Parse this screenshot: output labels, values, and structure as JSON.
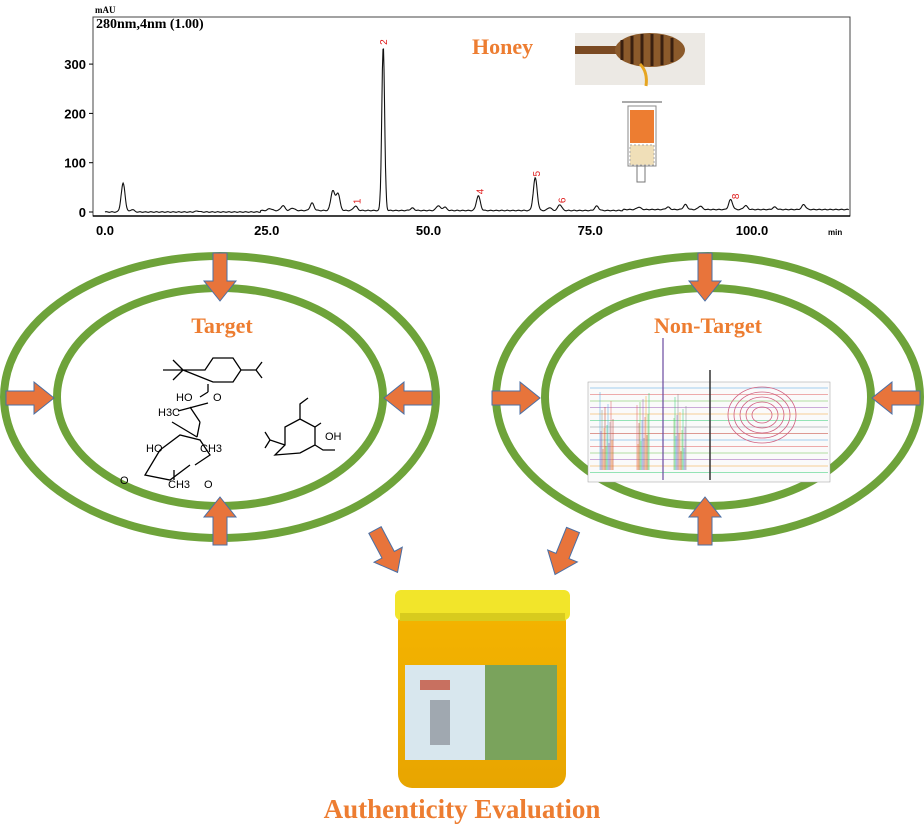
{
  "chart_data": {
    "type": "line",
    "title": "280nm,4nm (1.00)",
    "ylabel": "mAU",
    "xlabel": "min",
    "xlim": [
      0,
      115
    ],
    "ylim": [
      -5,
      380
    ],
    "x_ticks": [
      "0.0",
      "25.0",
      "50.0",
      "75.0",
      "100.0"
    ],
    "x_tick_values": [
      0,
      25,
      50,
      75,
      100
    ],
    "y_ticks": [
      "0",
      "100",
      "200",
      "300"
    ],
    "y_tick_values": [
      0,
      100,
      200,
      300
    ],
    "peaks": [
      {
        "t": 2.8,
        "h": 58
      },
      {
        "t": 4.2,
        "h": 5
      },
      {
        "t": 14.3,
        "h": 2
      },
      {
        "t": 25.5,
        "h": 4
      },
      {
        "t": 27.5,
        "h": 10
      },
      {
        "t": 29,
        "h": 5
      },
      {
        "t": 32,
        "h": 15
      },
      {
        "t": 35.2,
        "h": 40
      },
      {
        "t": 36,
        "h": 35
      },
      {
        "t": 38.7,
        "h": 9
      },
      {
        "t": 43,
        "h": 333
      },
      {
        "t": 47.5,
        "h": 5
      },
      {
        "t": 51.5,
        "h": 10
      },
      {
        "t": 52.5,
        "h": 7
      },
      {
        "t": 57.7,
        "h": 30
      },
      {
        "t": 66.5,
        "h": 66
      },
      {
        "t": 68.7,
        "h": 6
      },
      {
        "t": 70.3,
        "h": 12
      },
      {
        "t": 76,
        "h": 9
      },
      {
        "t": 82.5,
        "h": 5
      },
      {
        "t": 87,
        "h": 5
      },
      {
        "t": 89.7,
        "h": 10
      },
      {
        "t": 92,
        "h": 7
      },
      {
        "t": 96.7,
        "h": 20
      },
      {
        "t": 99,
        "h": 8
      },
      {
        "t": 103.5,
        "h": 5
      },
      {
        "t": 108,
        "h": 10
      }
    ],
    "peak_labels": [
      {
        "label": "1",
        "t": 39.5,
        "h": 12
      },
      {
        "label": "2",
        "t": 43.6,
        "h": 335
      },
      {
        "label": "4",
        "t": 58.5,
        "h": 32
      },
      {
        "label": "5",
        "t": 67.2,
        "h": 68
      },
      {
        "label": "6",
        "t": 71.2,
        "h": 14
      },
      {
        "label": "8",
        "t": 98,
        "h": 22
      }
    ]
  },
  "labels": {
    "honey": "Honey",
    "target": "Target",
    "non_target": "Non-Target",
    "evaluation": "Authenticity Evaluation"
  },
  "chem": {
    "ho": "HO",
    "o": "O",
    "h3c": "H3C",
    "ho2": "HO",
    "ch3a": "CH3",
    "o2": "O",
    "ch3b": "CH3",
    "o3": "O",
    "oh": "OH"
  },
  "colors": {
    "accent": "#ed7d31",
    "ring": "#6ea33a",
    "arrow": "#e8743b",
    "jar_lid": "#f2e52a"
  }
}
